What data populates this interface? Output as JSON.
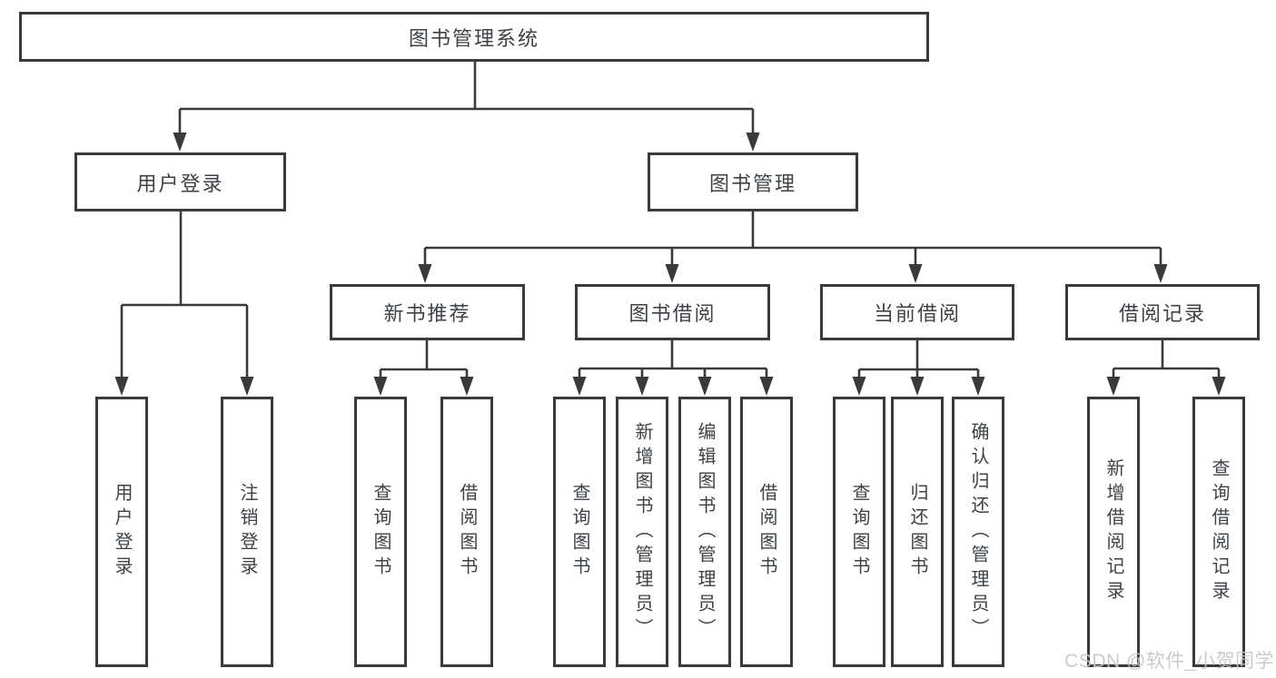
{
  "diagram": {
    "root": {
      "label": "图书管理系统"
    },
    "l2": [
      {
        "label": "用户登录"
      },
      {
        "label": "图书管理"
      }
    ],
    "l3": [
      {
        "label": "新书推荐"
      },
      {
        "label": "图书借阅"
      },
      {
        "label": "当前借阅"
      },
      {
        "label": "借阅记录"
      }
    ],
    "leaves_login": [
      {
        "label": "用户登录"
      },
      {
        "label": "注销登录"
      }
    ],
    "leaves_newbook": [
      {
        "label": "查询图书"
      },
      {
        "label": "借阅图书"
      }
    ],
    "leaves_bookborrow": [
      {
        "label": "查询图书"
      },
      {
        "label": "新增图书（管理员）"
      },
      {
        "label": "编辑图书（管理员）"
      },
      {
        "label": "借阅图书"
      }
    ],
    "leaves_current": [
      {
        "label": "查询图书"
      },
      {
        "label": "归还图书"
      },
      {
        "label": "确认归还（管理员）"
      }
    ],
    "leaves_records": [
      {
        "label": "新增借阅记录"
      },
      {
        "label": "查询借阅记录"
      }
    ]
  },
  "watermark": {
    "text": "CSDN @软件_小贺同学"
  },
  "colors": {
    "line": "#3a3a3a",
    "text": "#3e4247",
    "watermark": "#c6c6c6",
    "background": "#ffffff"
  }
}
